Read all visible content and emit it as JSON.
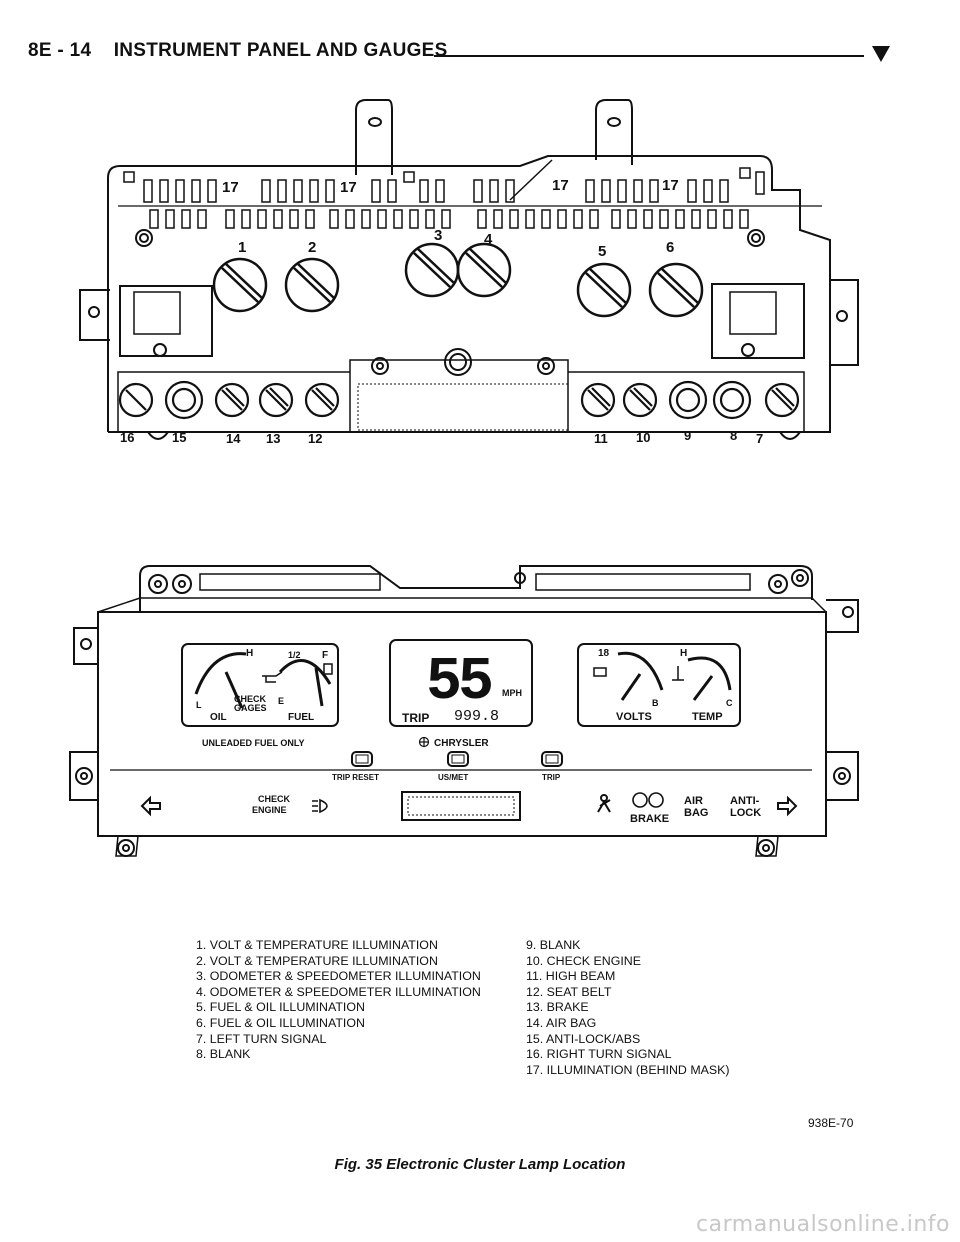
{
  "header": {
    "section": "8E - 14",
    "title": "INSTRUMENT PANEL AND GAUGES",
    "marker_icon": "down-triangle-icon"
  },
  "rear_view": {
    "callouts": [
      "17",
      "17",
      "17",
      "17",
      "1",
      "2",
      "3",
      "4",
      "5",
      "6",
      "16",
      "15",
      "14",
      "13",
      "12",
      "11",
      "10",
      "9",
      "8",
      "7"
    ]
  },
  "front_view": {
    "left_gauge": {
      "top": "H",
      "mid": "1/2",
      "full": "F",
      "low": "L",
      "empty": "E",
      "warning": [
        "CHECK",
        "GAGES"
      ],
      "label_left": "OIL",
      "label_right": "FUEL"
    },
    "speed": {
      "value": "55",
      "unit": "MPH",
      "trip_label": "TRIP",
      "trip_value": "999.8"
    },
    "right_gauge": {
      "volts_min": "18",
      "temp_hot": "H",
      "volts_max": "B",
      "temp_cold": "C",
      "label_left": "VOLTS",
      "label_right": "TEMP"
    },
    "fuel_notice": "UNLEADED FUEL ONLY",
    "brand": "CHRYSLER",
    "buttons": [
      "TRIP RESET",
      "US/MET",
      "TRIP"
    ],
    "indicators": {
      "check_engine": [
        "CHECK",
        "ENGINE"
      ],
      "brake": "BRAKE",
      "air_bag": [
        "AIR",
        "BAG"
      ],
      "anti_lock": [
        "ANTI-",
        "LOCK"
      ]
    }
  },
  "legend": {
    "left": [
      "1. VOLT & TEMPERATURE ILLUMINATION",
      "2. VOLT & TEMPERATURE ILLUMINATION",
      "3. ODOMETER & SPEEDOMETER ILLUMINATION",
      "4. ODOMETER & SPEEDOMETER ILLUMINATION",
      "5. FUEL & OIL ILLUMINATION",
      "6. FUEL & OIL ILLUMINATION",
      "7. LEFT TURN SIGNAL",
      "8. BLANK"
    ],
    "right": [
      "9. BLANK",
      "10. CHECK ENGINE",
      "11. HIGH BEAM",
      "12. SEAT BELT",
      "13. BRAKE",
      "14. AIR BAG",
      "15. ANTI-LOCK/ABS",
      "16. RIGHT TURN SIGNAL",
      "17. ILLUMINATION (BEHIND MASK)"
    ]
  },
  "figure_id": "938E-70",
  "caption": "Fig. 35 Electronic Cluster Lamp Location",
  "watermark": "carmanualsonline.info"
}
